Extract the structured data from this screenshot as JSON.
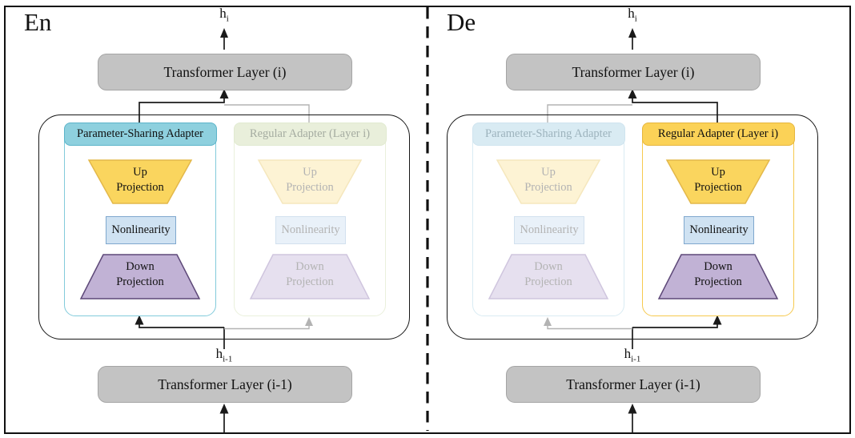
{
  "figure": {
    "description": "Encoder/decoder transformer layers with a shared parameter-sharing adapter and per-layer regular adapters",
    "divider_style": "vertical dashed line between panels"
  },
  "colors": {
    "transformer_box": "#c3c3c3",
    "active_param_sharing_header": "#8ed0de",
    "active_regular_header": "#fbd257",
    "faded_regular_header_en": "#e9efdb",
    "faded_param_sharing_header_de": "#d9ebf3",
    "up_projection_fill": "#fad55e",
    "nonlinearity_fill": "#cfe2f2",
    "down_projection_fill": "#c1b2d5",
    "faded_line": "#b3b3b3",
    "line": "#1a1a1a"
  },
  "panels": [
    {
      "label": "En",
      "output_label": {
        "base": "h",
        "sub": "i"
      },
      "input_label": {
        "base": "h",
        "sub": "i-1"
      },
      "transformer_top": "Transformer Layer (i)",
      "transformer_bottom": "Transformer Layer (i-1)",
      "adapters": [
        {
          "title": "Parameter-Sharing Adapter",
          "state": "active",
          "theme": "teal",
          "up_label": "Up Projection",
          "nonlinearity_label": "Nonlinearity",
          "down_label": "Down Projection"
        },
        {
          "title": "Regular Adapter (Layer i)",
          "state": "faded",
          "theme": "green",
          "up_label": "Up Projection",
          "nonlinearity_label": "Nonlinearity",
          "down_label": "Down Projection"
        }
      ]
    },
    {
      "label": "De",
      "output_label": {
        "base": "h",
        "sub": "i"
      },
      "input_label": {
        "base": "h",
        "sub": "i-1"
      },
      "transformer_top": "Transformer Layer (i)",
      "transformer_bottom": "Transformer Layer (i-1)",
      "adapters": [
        {
          "title": "Parameter-Sharing Adapter",
          "state": "faded",
          "theme": "blue",
          "up_label": "Up Projection",
          "nonlinearity_label": "Nonlinearity",
          "down_label": "Down Projection"
        },
        {
          "title": "Regular Adapter (Layer i)",
          "state": "active",
          "theme": "yellow",
          "up_label": "Up Projection",
          "nonlinearity_label": "Nonlinearity",
          "down_label": "Down Projection"
        }
      ]
    }
  ]
}
